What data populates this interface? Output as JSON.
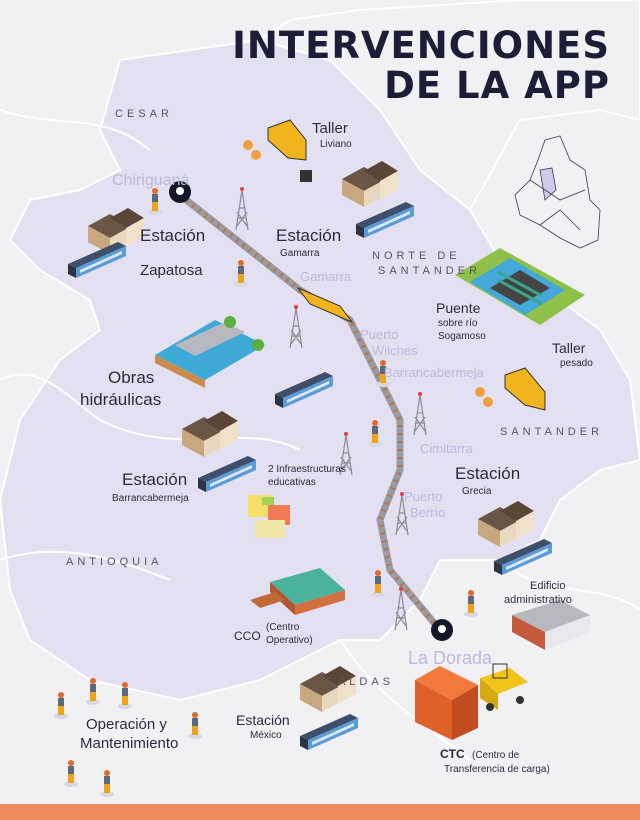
{
  "title": {
    "line1": "INTERVENCIONES",
    "line2": "DE LA APP"
  },
  "departments": {
    "cesar": "CESAR",
    "norte_santander_1": "NORTE DE",
    "norte_santander_2": "SANTANDER",
    "santander": "SANTANDER",
    "antioquia": "ANTIOQUIA",
    "caldas": "CALDAS"
  },
  "towns": {
    "chiriguana": "Chiriguaná",
    "gamarra": "Gamarra",
    "puerto_wilches_1": "Puerto",
    "puerto_wilches_2": "Wilches",
    "barrancabermeja": "Barrancabermeja",
    "cimitarra": "Cimitarra",
    "puerto_berrio_1": "Puerto",
    "puerto_berrio_2": "Berrío",
    "la_dorada": "La Dorada"
  },
  "interventions": {
    "taller_liviano": {
      "title": "Taller",
      "subtitle": "Liviano"
    },
    "estacion_zapatosa": {
      "title": "Estación",
      "subtitle": "Zapatosa"
    },
    "estacion_gamarra": {
      "title": "Estación",
      "subtitle": "Gamarra"
    },
    "puente": {
      "title": "Puente",
      "subtitle1": "sobre río",
      "subtitle2": "Sogamoso"
    },
    "obras_hidraulicas": {
      "line1": "Obras",
      "line2": "hidráulicas"
    },
    "taller_pesado": {
      "title": "Taller",
      "subtitle": "pesado"
    },
    "estacion_barrancabermeja": {
      "title": "Estación",
      "subtitle": "Barrancabermeja"
    },
    "infra_educativas": {
      "line1": "2 Infraestructuras",
      "line2": "educativas"
    },
    "estacion_grecia": {
      "title": "Estación",
      "subtitle": "Grecia"
    },
    "edificio_admin": {
      "line1": "Edificio",
      "line2": "administrativo"
    },
    "cco": {
      "title": "CCO",
      "sub1": "(Centro",
      "sub2": "Operativo)"
    },
    "operacion": {
      "line1": "Operación y",
      "line2": "Mantenimiento"
    },
    "estacion_mexico": {
      "title": "Estación",
      "subtitle": "México"
    },
    "ctc": {
      "title": "CTC",
      "sub1": "(Centro de",
      "sub2": "Transferencia de carga)"
    }
  },
  "colors": {
    "region": "#e3e1f1",
    "title": "#1d1d38",
    "footer": "#ef8a5b",
    "train": "#5b9bd8",
    "loco": "#f2b41c",
    "rail": "#8a8a8a"
  }
}
